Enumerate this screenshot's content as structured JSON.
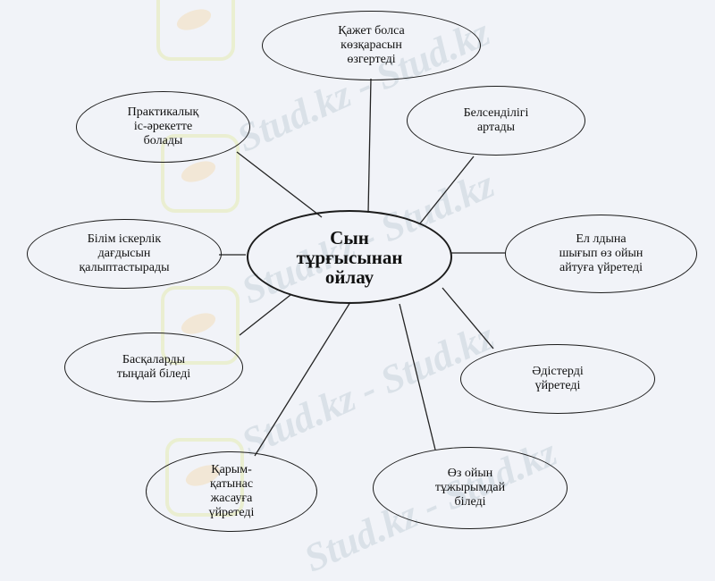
{
  "watermark": "Stud.kz - Stud.kz",
  "diagram": {
    "center": "Сын\nтұрғысынан\nойлау",
    "nodes": [
      "Қажет болса\nкөзқарасын\nөзгертеді",
      "Белсенділігі\nартады",
      "Ел лдына\nшығып өз ойын\nайтуға үйретеді",
      "Әдістерді\nүйретеді",
      "Өз ойын\nтұжырымдай\nбіледі",
      "Қарым-\nқатынас\nжасауға\nүйретеді",
      "Басқаларды\nтыңдай біледі",
      "Білім іскерлік\nдағдысын\nқалыптастырады",
      "Практикалық\nіс-әрекетте\nболады"
    ]
  }
}
